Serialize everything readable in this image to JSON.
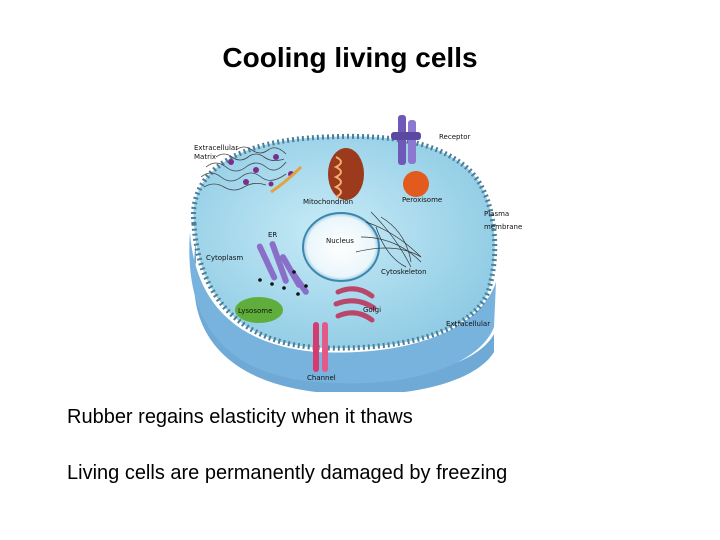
{
  "slide": {
    "title": "Cooling living cells",
    "bullets": [
      "Rubber regains elasticity when it thaws",
      "Living cells are permanently damaged by freezing"
    ]
  },
  "diagram": {
    "labels": {
      "receptor": "Receptor",
      "matrix_line1": "Extracellular",
      "matrix_line2": "Matrix",
      "mitochondrion": "Mitochondrion",
      "peroxisome": "Peroxisome",
      "plasma_line1": "Plasma",
      "plasma_line2": "membrane",
      "er": "ER",
      "nucleus": "Nucleus",
      "cytoplasm": "Cytoplasm",
      "cytoskeleton": "Cytoskeleton",
      "golgi": "Golgi",
      "lysosome": "Lysosome",
      "extracellular": "Extracellular",
      "channel": "Channel"
    },
    "colors": {
      "cytoplasm": "#9ed6ec",
      "membrane": "#4a7f9a",
      "base": "#6fa9d6",
      "nucleus": "#ffffff",
      "mitochondrion": "#9b3a1c",
      "peroxisome": "#e25a1e",
      "lysosome": "#5fae3c",
      "golgi": "#b9476a",
      "er": "#8a6fc9",
      "receptor": "#7058b8",
      "channel": "#d63b6f"
    }
  }
}
